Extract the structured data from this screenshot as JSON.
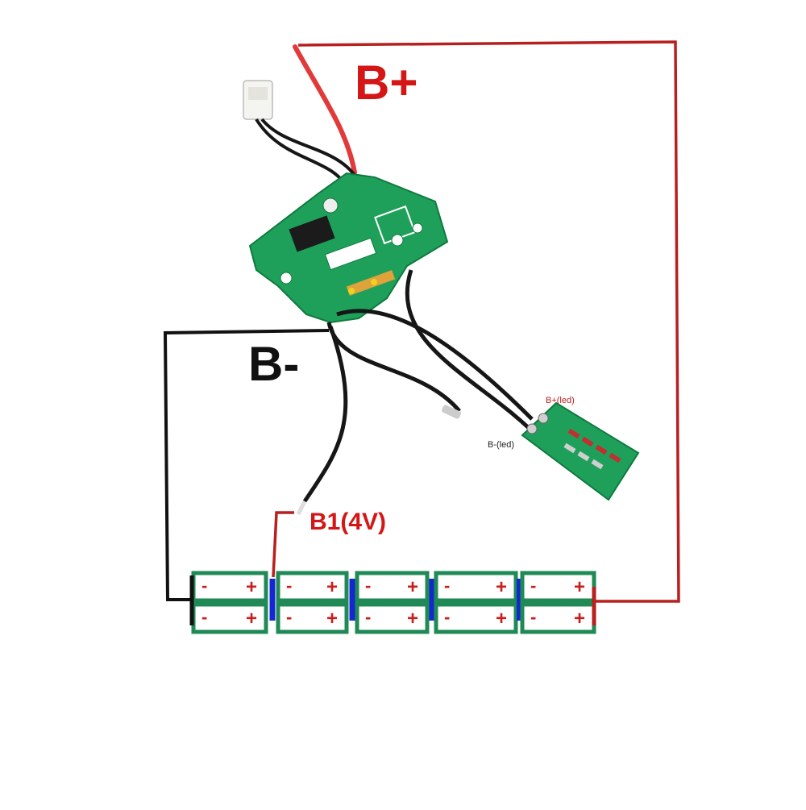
{
  "labels": {
    "b_plus": "B+",
    "b_minus": "B-",
    "b1": "B1(4V)",
    "led_plus": "B+(led)",
    "led_minus": "B-(led)"
  },
  "cell_marks": {
    "neg": "-",
    "pos": "+"
  },
  "colors": {
    "wire_positive": "#b81f1f",
    "wire_negative": "#111111",
    "cell_border": "#1f8a55",
    "cell_fill": "#ffffff",
    "cell_mark": "#c81e1e",
    "series_link": "#1428d2",
    "label_red": "#d41616",
    "label_black": "#111111",
    "pcb_green": "#1fa05a",
    "pcb_dark": "#0e7a3e",
    "led_red": "#c03030"
  },
  "icons": {
    "bms_board": "pcb-board-icon",
    "led_board": "led-indicator-board-icon",
    "connector": "balance-connector-icon"
  }
}
